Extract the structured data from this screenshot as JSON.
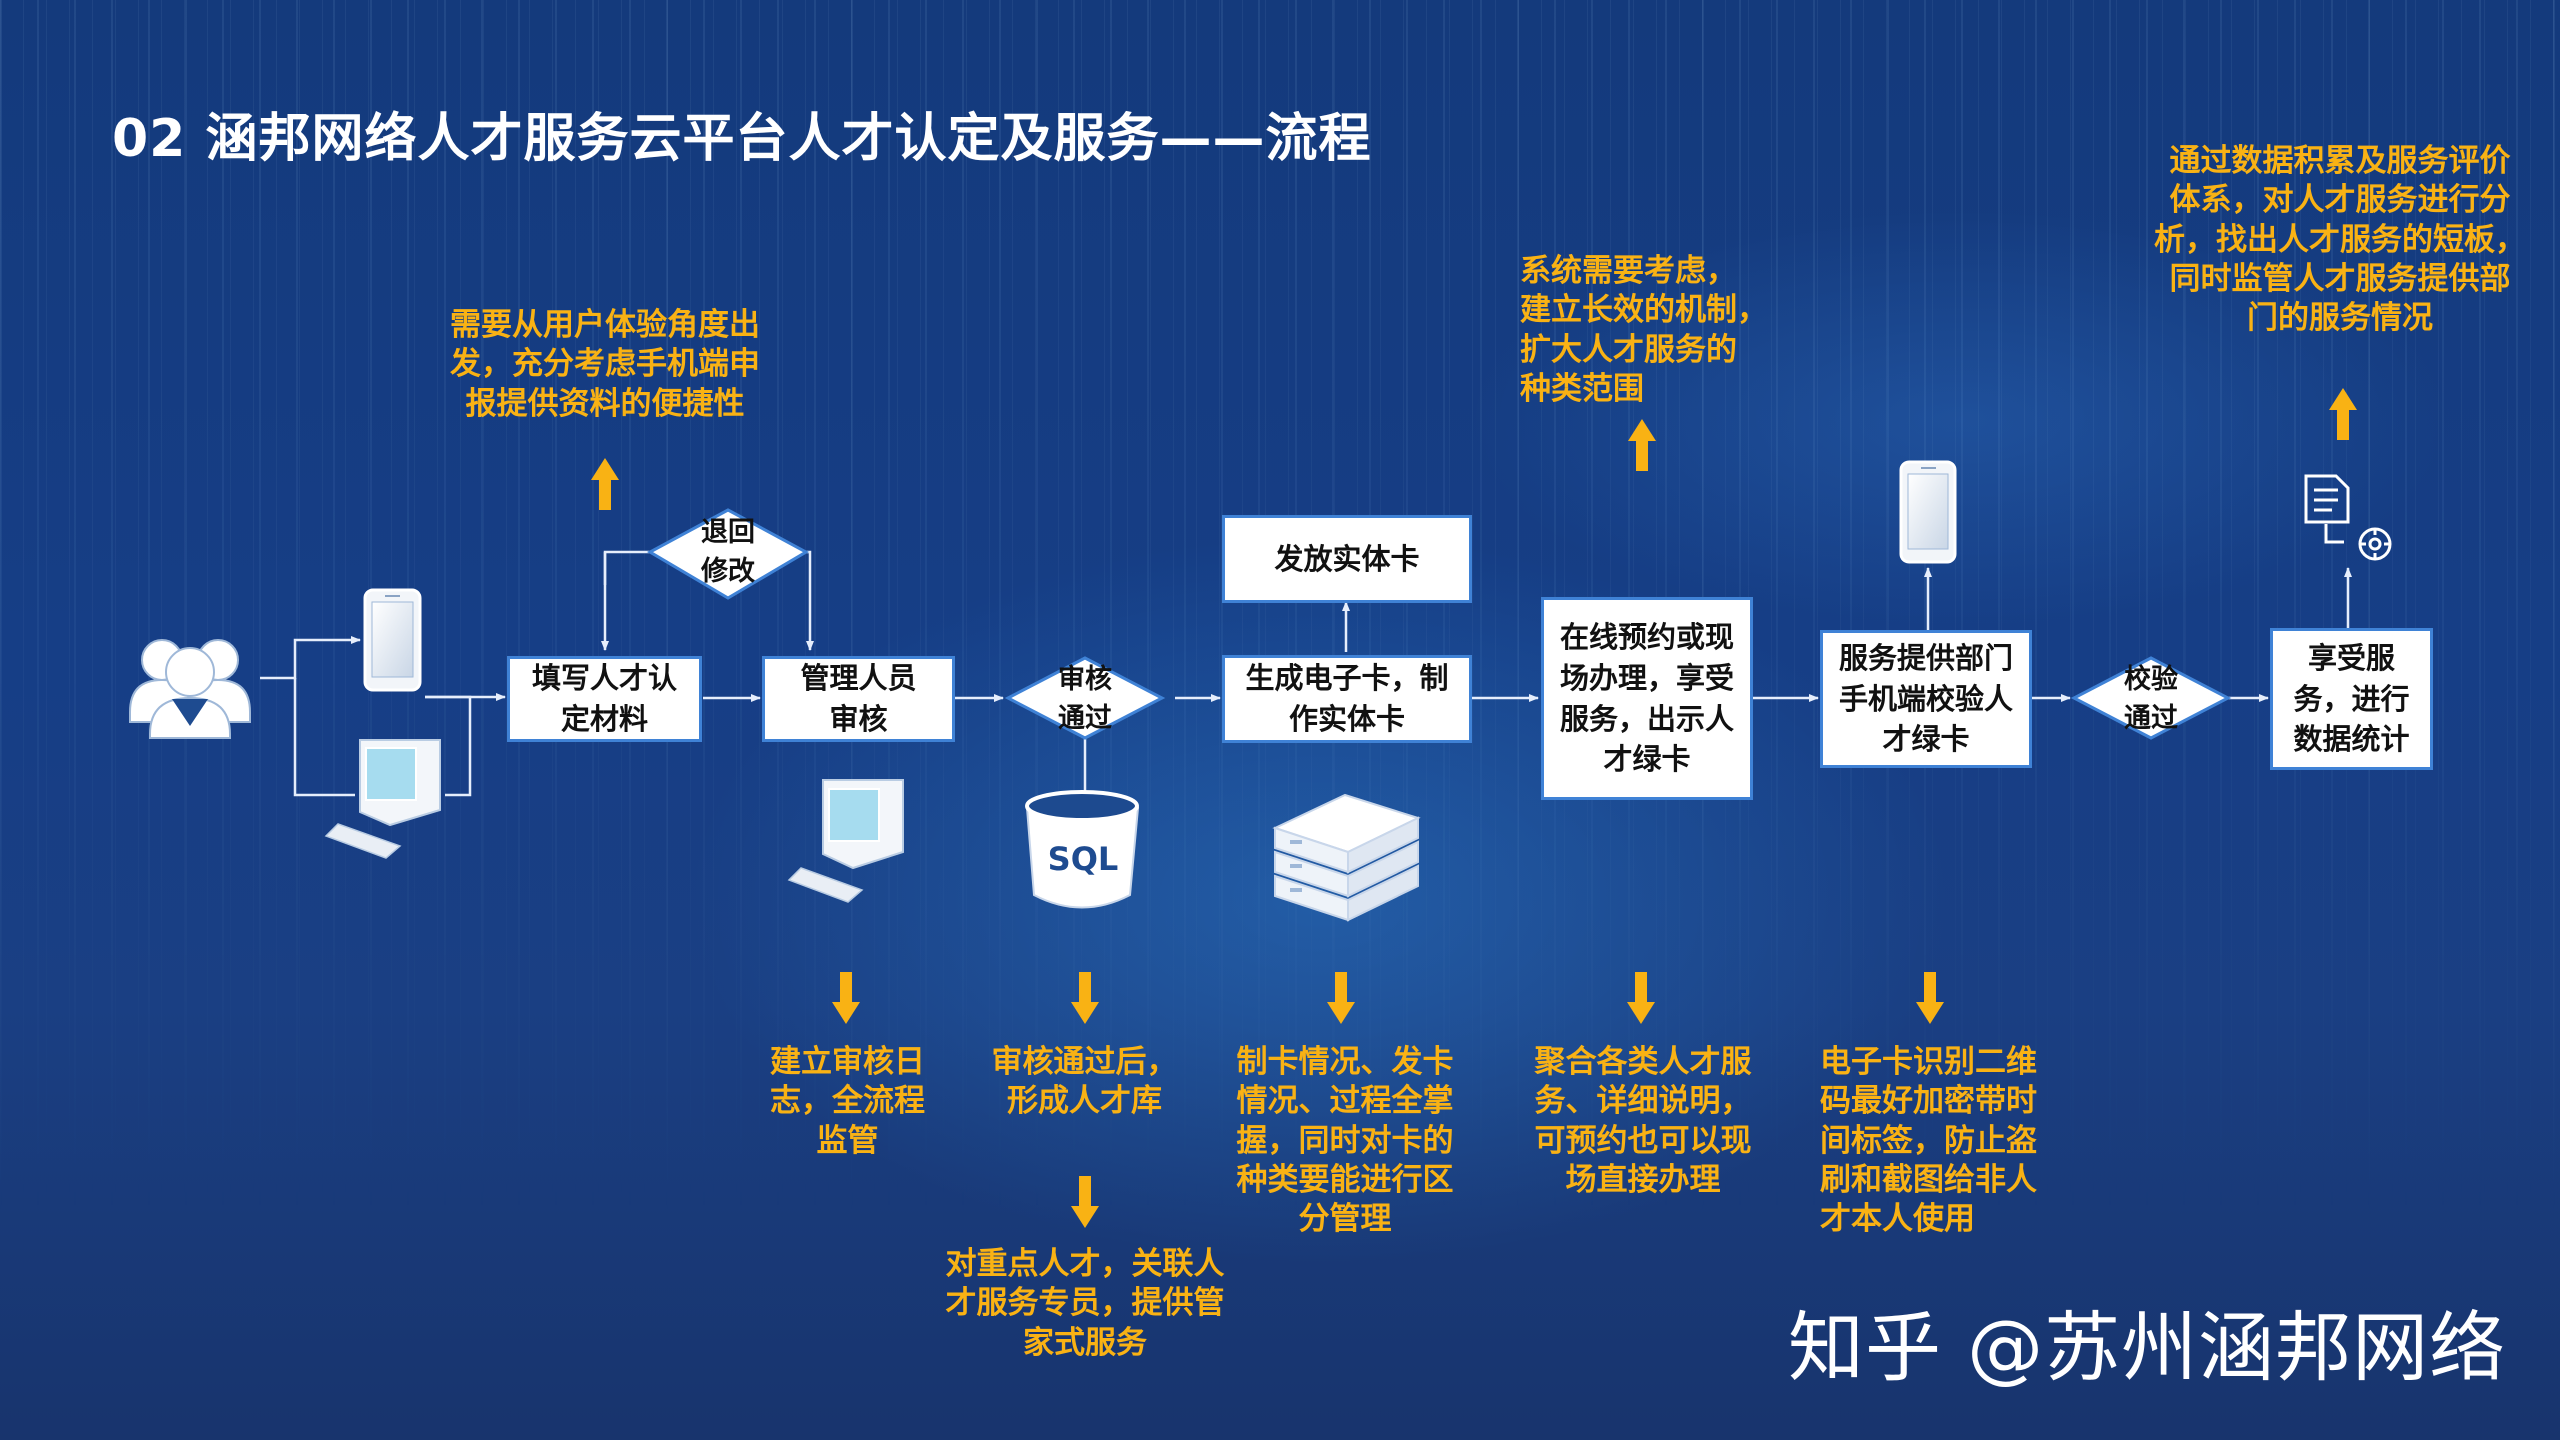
{
  "title": "02 涵邦网络人才服务云平台人才认定及服务——流程",
  "colors": {
    "arrow": "#f9b214",
    "note_text": "#f9b214",
    "box_border": "#3f82d6",
    "line": "#e6eefc"
  },
  "nodes": {
    "fill_materials": "填写人才认\n定材料",
    "admin_review": "管理人员\n审核",
    "issue_card": "发放实体卡",
    "generate_card": "生成电子卡，制\n作实体卡",
    "online_booking": "在线预约或现\n场办理，享受\n服务，出示人\n才绿卡",
    "dept_verify": "服务提供部门\n手机端校验人\n才绿卡",
    "enjoy_service": "享受服\n务，进行\n数据统计"
  },
  "decisions": {
    "return_modify": "退回\n修改",
    "review_passed": "审核\n通过",
    "verify_passed": "校验\n通过"
  },
  "icons": {
    "users": "users-group-icon",
    "phone": "smartphone-icon",
    "computer": "desktop-computer-icon",
    "sql": "sql-database-icon",
    "server": "server-rack-icon",
    "report": "report-analytics-icon"
  },
  "icon_labels": {
    "sql": "SQL"
  },
  "notes": {
    "ux_convenience": "需要从用户体验角度出\n发，充分考虑手机端申\n报提供资料的便捷性",
    "audit_log": "建立审核日\n志，全流程\n监管",
    "talent_pool": "审核通过后，\n形成人才库",
    "butler_service": "对重点人才，关联人\n才服务专员，提供管\n家式服务",
    "card_management": "制卡情况、发卡\n情况、过程全掌\n握，同时对卡的\n种类要能进行区\n分管理",
    "long_term_mechanism": "系统需要考虑，\n建立长效的机制，\n扩大人才服务的\n种类范围",
    "aggregate_services": "聚合各类人才服\n务、详细说明，\n可预约也可以现\n场直接办理",
    "qr_security": "电子卡识别二维\n码最好加密带时\n间标签，防止盗\n刷和截图给非人\n才本人使用",
    "data_analysis": "通过数据积累及服务评价\n体系，对人才服务进行分\n析，找出人才服务的短板，\n同时监管人才服务提供部\n门的服务情况"
  },
  "watermark": "知乎 @苏州涵邦网络"
}
